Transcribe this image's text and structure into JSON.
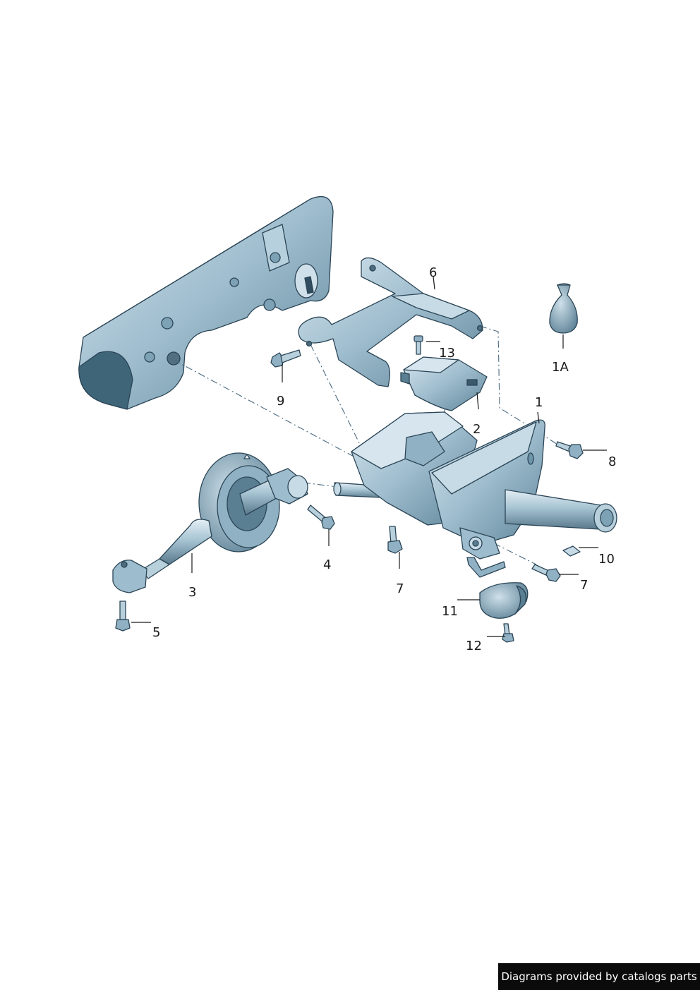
{
  "callouts": {
    "c1": "1",
    "c1a": "1A",
    "c2": "2",
    "c3": "3",
    "c4": "4",
    "c5": "5",
    "c6": "6",
    "c7a": "7",
    "c7b": "7",
    "c8": "8",
    "c9": "9",
    "c10": "10",
    "c11": "11",
    "c12": "12",
    "c13": "13"
  },
  "footer": {
    "credit": "Diagrams provided by catalogs parts"
  }
}
